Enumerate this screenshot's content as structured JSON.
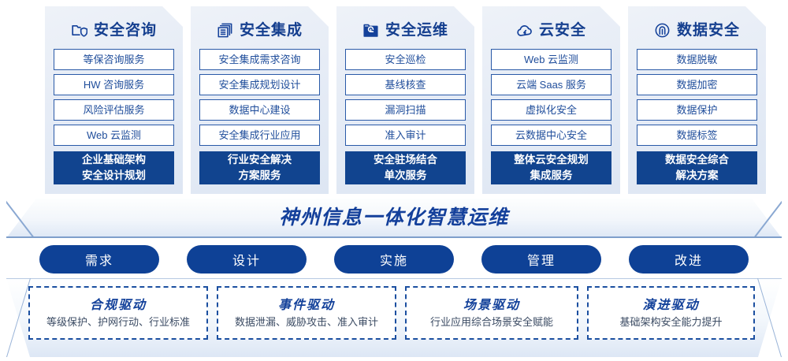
{
  "columns": [
    {
      "icon": "folder-shield-icon",
      "title": "安全咨询",
      "items": [
        "等保咨询服务",
        "HW 咨询服务",
        "风险评估服务",
        "Web 云监测"
      ],
      "highlight": "企业基础架构\n安全设计规划"
    },
    {
      "icon": "stacked-servers-icon",
      "title": "安全集成",
      "items": [
        "安全集成需求咨询",
        "安全集成规划设计",
        "数据中心建设",
        "安全集成行业应用"
      ],
      "highlight": "行业安全解决\n方案服务"
    },
    {
      "icon": "folder-chart-icon",
      "title": "安全运维",
      "items": [
        "安全巡检",
        "基线核查",
        "漏洞扫描",
        "准入审计"
      ],
      "highlight": "安全驻场结合\n单次服务"
    },
    {
      "icon": "cloud-icon",
      "title": "云安全",
      "items": [
        "Web 云监测",
        "云端 Saas 服务",
        "虚拟化安全",
        "云数据中心安全"
      ],
      "highlight": "整体云安全规划\n集成服务"
    },
    {
      "icon": "fingerprint-icon",
      "title": "数据安全",
      "items": [
        "数据脱敏",
        "数据加密",
        "数据保护",
        "数据标签"
      ],
      "highlight": "数据安全综合\n解决方案"
    }
  ],
  "banner": {
    "title": "神州信息一体化智慧运维"
  },
  "pills": [
    {
      "label": "需求"
    },
    {
      "label": "设计"
    },
    {
      "label": "实施"
    },
    {
      "label": "管理"
    },
    {
      "label": "改进"
    }
  ],
  "drivers": [
    {
      "title": "合规驱动",
      "desc": "等级保护、护网行动、行业标准"
    },
    {
      "title": "事件驱动",
      "desc": "数据泄漏、威胁攻击、准入审计"
    },
    {
      "title": "场景驱动",
      "desc": "行业应用综合场景安全赋能"
    },
    {
      "title": "演进驱动",
      "desc": "基础架构安全能力提升"
    }
  ],
  "colors": {
    "brand_dark": "#11448f",
    "brand_text": "#153f8f",
    "panel_bg": "#e6ecf6",
    "item_border": "#2a5aa8",
    "pill_bg": "#0e4196"
  }
}
